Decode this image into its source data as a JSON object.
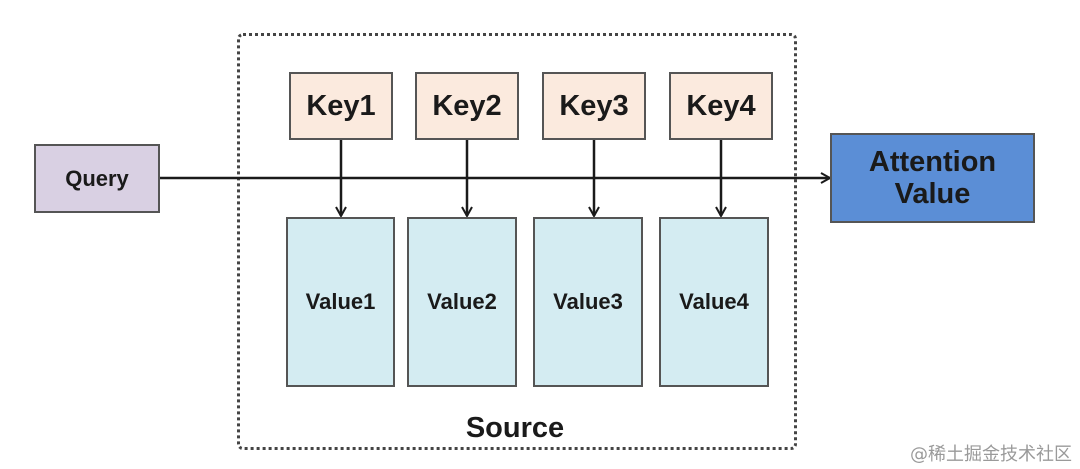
{
  "query": {
    "label": "Query"
  },
  "keys": [
    {
      "label": "Key1"
    },
    {
      "label": "Key2"
    },
    {
      "label": "Key3"
    },
    {
      "label": "Key4"
    }
  ],
  "values": [
    {
      "label": "Value1"
    },
    {
      "label": "Value2"
    },
    {
      "label": "Value3"
    },
    {
      "label": "Value4"
    }
  ],
  "attention": {
    "line1": "Attention",
    "line2": "Value"
  },
  "source": {
    "label": "Source"
  },
  "watermark": {
    "text": "@稀土掘金技术社区"
  },
  "colors": {
    "query_fill": "#d9d0e3",
    "key_fill": "#fbeade",
    "value_fill": "#d4ecf2",
    "attention_fill": "#5b8ed6",
    "line": "#1a1a1a"
  }
}
